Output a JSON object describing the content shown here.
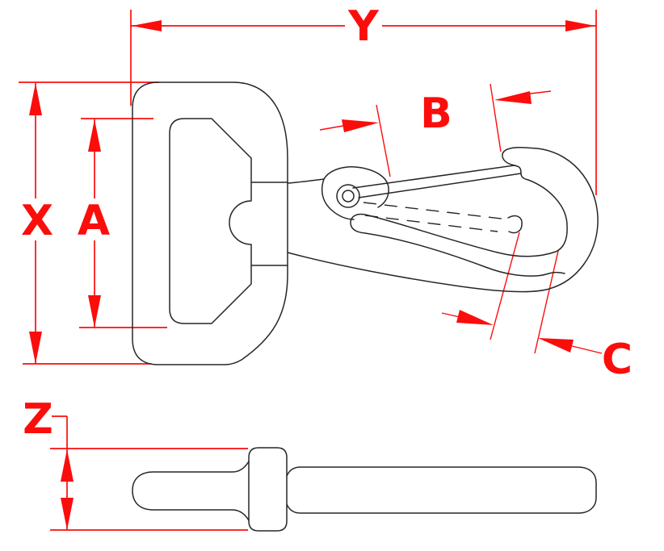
{
  "drawing": {
    "labels": {
      "Y": "Y",
      "X": "X",
      "A": "A",
      "B": "B",
      "C": "C",
      "Z": "Z"
    }
  },
  "colors": {
    "dimension_red": "#FB0D0C",
    "line_black": "#262626",
    "background": "#FFFFFF"
  }
}
